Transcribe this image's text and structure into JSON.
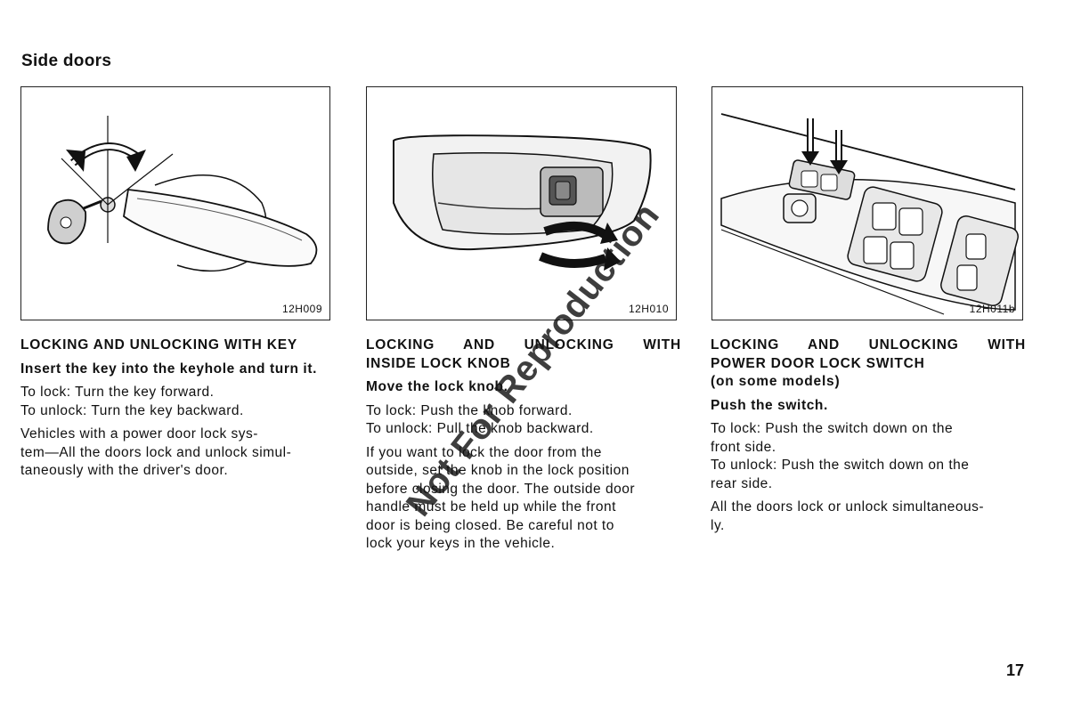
{
  "page": {
    "title": "Side doors",
    "page_number": "17",
    "watermark": "Not For Reproduction"
  },
  "figures": [
    {
      "code": "12H009",
      "illustration": "door-handle-key-icon"
    },
    {
      "code": "12H010",
      "illustration": "inside-lock-knob-icon"
    },
    {
      "code": "12H011b",
      "illustration": "power-door-lock-switch-icon"
    }
  ],
  "sections": [
    {
      "heading_lines": [
        "LOCKING AND UNLOCKING WITH KEY"
      ],
      "instruction_lines": [
        "Insert the key into the keyhole and turn it."
      ],
      "paragraphs": [
        [
          "To lock: Turn the key forward.",
          "To unlock: Turn the key backward."
        ],
        [
          "Vehicles with a power door lock sys-",
          "tem—All the doors lock and unlock simul-",
          "taneously with the driver's door."
        ]
      ]
    },
    {
      "heading_lines": [
        "LOCKING AND UNLOCKING WITH",
        "INSIDE LOCK KNOB"
      ],
      "instruction_lines": [
        "Move the lock knob."
      ],
      "paragraphs": [
        [
          "To lock: Push the knob forward.",
          "To unlock: Pull the knob backward."
        ],
        [
          "If you want to lock the door from the",
          "outside, set the knob in the lock position",
          "before closing the door. The outside door",
          "handle must be held up while the front",
          "door is being closed. Be careful not to",
          "lock your keys in the vehicle."
        ]
      ]
    },
    {
      "heading_lines": [
        "LOCKING AND UNLOCKING WITH",
        "POWER DOOR LOCK SWITCH",
        "(on some models)"
      ],
      "instruction_lines": [
        "Push the switch."
      ],
      "paragraphs": [
        [
          "To lock: Push the switch down on the",
          "front side.",
          "To unlock: Push the switch down on the",
          "rear side."
        ],
        [
          "All the doors lock or unlock simultaneous-",
          "ly."
        ]
      ]
    }
  ]
}
